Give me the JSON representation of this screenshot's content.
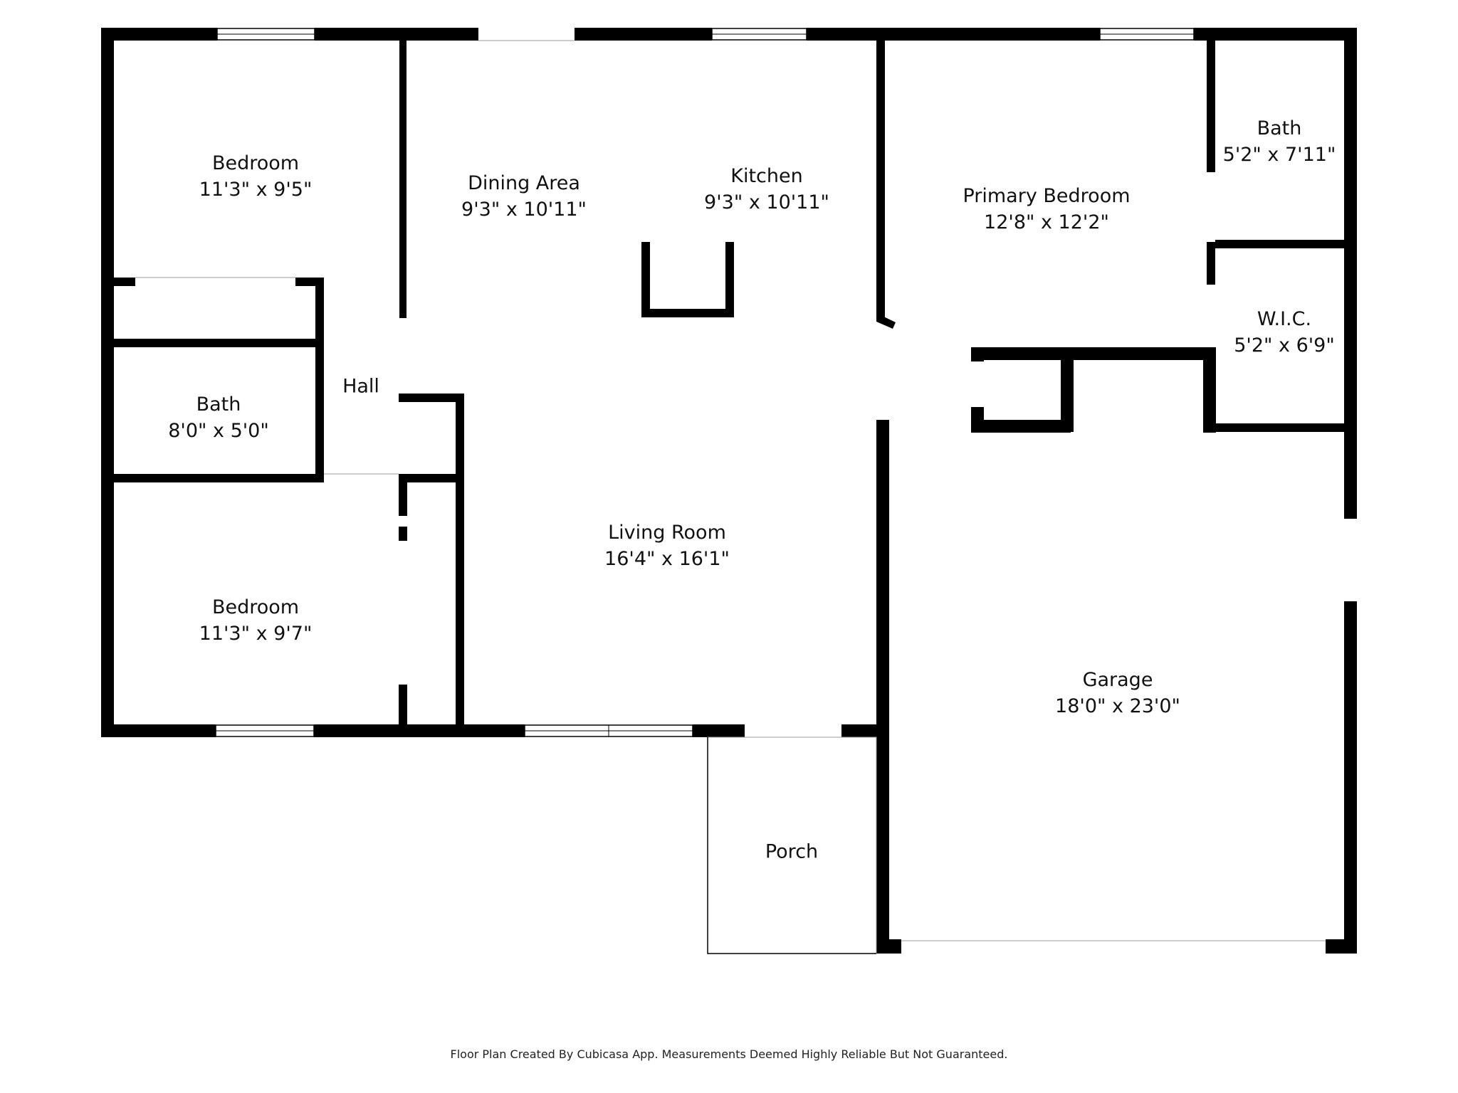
{
  "rooms": [
    {
      "name": "Bedroom",
      "size": "11'3\" x 9'5\""
    },
    {
      "name": "Dining Area",
      "size": "9'3\" x 10'11\""
    },
    {
      "name": "Kitchen",
      "size": "9'3\" x 10'11\""
    },
    {
      "name": "Primary Bedroom",
      "size": "12'8\" x 12'2\""
    },
    {
      "name": "Bath",
      "size": "5'2\" x 7'11\""
    },
    {
      "name": "Hall",
      "size": ""
    },
    {
      "name": "Bath",
      "size": "8'0\" x 5'0\""
    },
    {
      "name": "W.I.C.",
      "size": "5'2\" x 6'9\""
    },
    {
      "name": "Living Room",
      "size": "16'4\" x 16'1\""
    },
    {
      "name": "Bedroom",
      "size": "11'3\" x 9'7\""
    },
    {
      "name": "Garage",
      "size": "18'0\" x 23'0\""
    },
    {
      "name": "Porch",
      "size": ""
    }
  ],
  "footer": "Floor Plan Created By Cubicasa App. Measurements Deemed Highly Reliable But Not Guaranteed.",
  "colors": {
    "wall": "#000000",
    "background": "#ffffff"
  }
}
